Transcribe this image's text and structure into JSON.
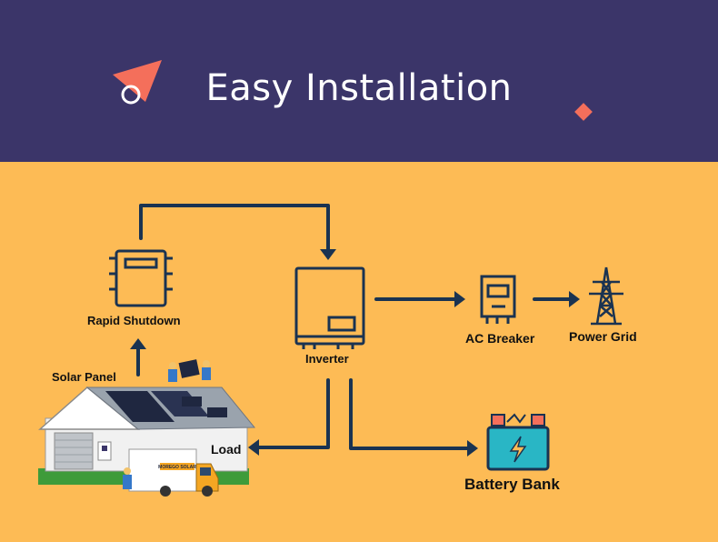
{
  "header": {
    "title": "Easy Installation"
  },
  "colors": {
    "header_bg": "#3b3569",
    "body_bg": "#fdbb55",
    "accent": "#f46f5b",
    "line": "#1a3351",
    "battery": "#29b6c5"
  },
  "nodes": {
    "rapid_shutdown": "Rapid Shutdown",
    "solar_panel": "Solar Panel",
    "inverter": "Inverter",
    "ac_breaker": "AC Breaker",
    "power_grid": "Power Grid",
    "load": "Load",
    "battery_bank": "Battery Bank"
  },
  "truck": {
    "brand": "MOREGO SOLAR"
  }
}
